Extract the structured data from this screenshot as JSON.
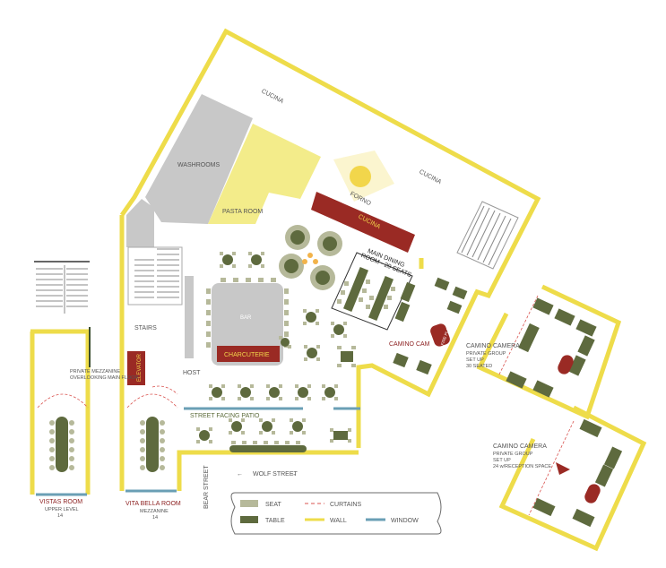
{
  "colors": {
    "wall": "#eedc4a",
    "table": "#5e6a3e",
    "seat": "#b6b99a",
    "window": "#6a9fb5",
    "curtain": "#d9534f",
    "kitchen_red": "#9a2a24",
    "washroom": "#c8c8c8",
    "pasta_room": "#f3ec8a",
    "bar": "#c8c8c8"
  },
  "rooms": {
    "cucina_top": "CUCINA",
    "cucina_right": "CUCINA",
    "washrooms": "WASHROOMS",
    "pasta_room": "PASTA ROOM",
    "forno": "FORNO",
    "cucina_counter": "CUCINA",
    "main_dining_line1": "MAIN DINING",
    "main_dining_line2": "ROOM - 20 SEATS",
    "bar": "BAR",
    "charcuterie": "CHARCUTERIE",
    "stairs": "STAIRS",
    "host": "HOST",
    "elevator": "ELEVATOR",
    "private_mezzanine_line1": "PRIVATE MEZZANINE",
    "private_mezzanine_line2": "OVERLOOKING MAIN FLOOR",
    "camino_cam": "CAMINO CAM",
    "fire_place": "FIRE PLACE",
    "street_patio": "STREET FACING PATIO"
  },
  "private_rooms": [
    {
      "title": "VISTAS ROOM",
      "sub": "UPPER LEVEL",
      "count": "14"
    },
    {
      "title": "VITA BELLA ROOM",
      "sub": "MEZZANINE",
      "count": "14"
    },
    {
      "title": "CAMINO CAMERA",
      "sub1": "PRIVATE GROUP",
      "sub2": "SET UP",
      "sub3": "30 SEATED"
    },
    {
      "title": "CAMINO CAMERA",
      "sub1": "PRIVATE GROUP",
      "sub2": "SET UP",
      "sub3": "24 w/RECEPTION SPACE"
    }
  ],
  "streets": {
    "wolf": "WOLF STREET",
    "bear": "BEAR STREET"
  },
  "legend": {
    "seat": "SEAT",
    "table": "TABLE",
    "curtains": "CURTAINS",
    "wall": "WALL",
    "window": "WINDOW"
  }
}
